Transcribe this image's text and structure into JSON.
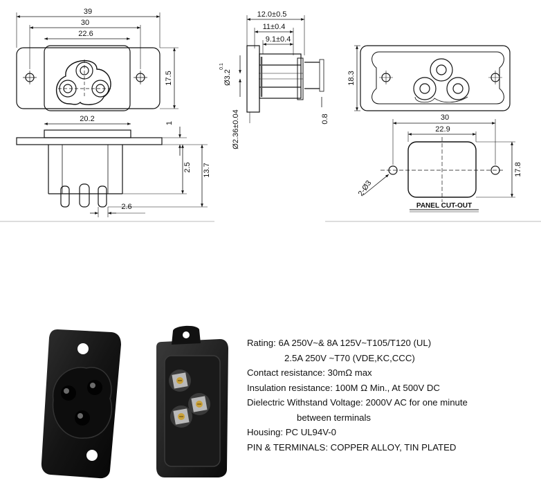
{
  "drawing": {
    "front_view": {
      "dim_39": "39",
      "dim_30": "30",
      "dim_22_6": "22.6",
      "dim_17_5": "17.5"
    },
    "side_view": {
      "dim_20_2": "20.2",
      "dim_1": "1",
      "dim_2_5": "2.5",
      "dim_13_7": "13.7",
      "dim_2_6": "2.6"
    },
    "section_view": {
      "dim_12": "12.0±0.5",
      "dim_11": "11±0.4",
      "dim_9_1": "9.1±0.4",
      "dim_d3_2": "Ø3.2",
      "tol_d3_2": "0.1",
      "dim_d2_36": "Ø2.36±0.04",
      "dim_0_8": "0.8"
    },
    "rear_view": {
      "dim_18_3": "18.3"
    },
    "panel_cutout": {
      "dim_30": "30",
      "dim_22_9": "22.9",
      "dim_17_8": "17.8",
      "dim_d3": "2-Ø3",
      "label": "PANEL CUT-OUT"
    }
  },
  "specs": {
    "rating_1": "Rating: 6A 250V~& 8A 125V~T105/T120 (UL)",
    "rating_2": "2.5A 250V ~T70 (VDE,KC,CCC)",
    "contact": "Contact resistance:  30mΩ max",
    "insulation": "Insulation resistance: 100M Ω Min., At 500V DC",
    "dielectric_1": "Dielectric Withstand Voltage: 2000V AC for one minute",
    "dielectric_2": "between terminals",
    "housing": "Housing:  PC UL94V-0",
    "pins": "PIN & TERMINALS: COPPER ALLOY, TIN PLATED"
  }
}
